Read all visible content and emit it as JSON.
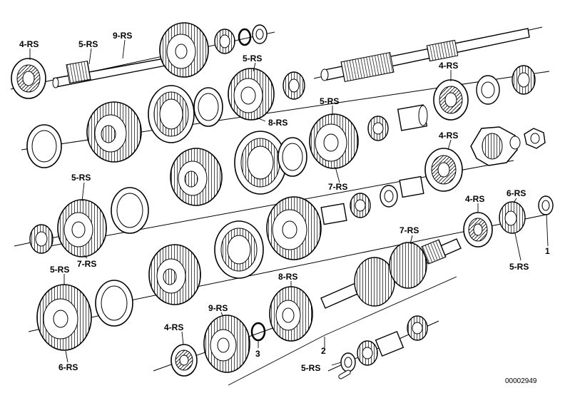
{
  "labels": {
    "l_4rs_a": "4-RS",
    "l_5rs_a": "5-RS",
    "l_9rs_a": "9-RS",
    "l_5rs_b": "5-RS",
    "l_4rs_b": "4-RS",
    "l_8rs_a": "8-RS",
    "l_5rs_c": "5-RS",
    "l_4rs_c": "4-RS",
    "l_7rs_a": "7-RS",
    "l_5rs_d": "5-RS",
    "l_7rs_b": "7-RS",
    "l_4rs_d": "4-RS",
    "l_6rs_a": "6-RS",
    "l_1": "1",
    "l_5rs_e": "5-RS",
    "l_7rs_c": "7-RS",
    "l_5rs_f": "5-RS",
    "l_8rs_b": "8-RS",
    "l_9rs_b": "9-RS",
    "l_4rs_e": "4-RS",
    "l_3": "3",
    "l_2": "2",
    "l_5rs_g": "5-RS",
    "l_6rs_b": "6-RS"
  },
  "reference_number": "00002949"
}
